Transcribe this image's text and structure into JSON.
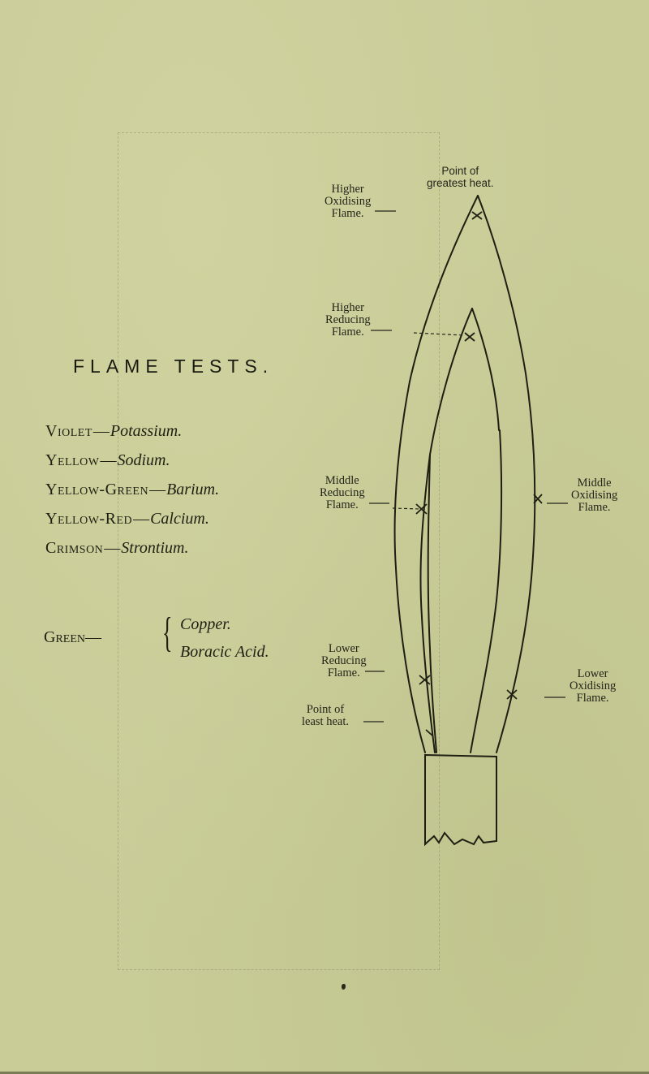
{
  "page": {
    "title": "FLAME TESTS.",
    "background_color": "#c9cc97",
    "ink_color": "#1e1f12"
  },
  "tests": [
    {
      "color": "Violet",
      "element": "Potassium."
    },
    {
      "color": "Yellow",
      "element": "Sodium."
    },
    {
      "color": "Yellow-Green",
      "element": "Barium."
    },
    {
      "color": "Yellow-Red",
      "element": "Calcium."
    },
    {
      "color": "Crimson",
      "element": "Strontium."
    }
  ],
  "green_group": {
    "color": "Green",
    "dash": "—",
    "elements": [
      "Copper.",
      "Boracic Acid."
    ]
  },
  "dash": "—",
  "diagram": {
    "labels": {
      "greatest_heat": {
        "line1": "Point of",
        "line2": "greatest heat."
      },
      "higher_oxidising": {
        "line1": "Higher",
        "line2": "Oxidising",
        "line3": "Flame."
      },
      "higher_reducing": {
        "line1": "Higher",
        "line2": "Reducing",
        "line3": "Flame."
      },
      "middle_reducing": {
        "line1": "Middle",
        "line2": "Reducing",
        "line3": "Flame."
      },
      "middle_oxidising": {
        "line1": "Middle",
        "line2": "Oxidising",
        "line3": "Flame."
      },
      "lower_reducing": {
        "line1": "Lower",
        "line2": "Reducing",
        "line3": "Flame."
      },
      "lower_oxidising": {
        "line1": "Lower",
        "line2": "Oxidising",
        "line3": "Flame."
      },
      "least_heat": {
        "line1": "Point of",
        "line2": "least heat."
      }
    },
    "markers": [
      "greatest-heat",
      "higher-reducing",
      "middle-reducing",
      "middle-oxidising",
      "lower-reducing",
      "lower-oxidising",
      "least-heat"
    ]
  }
}
